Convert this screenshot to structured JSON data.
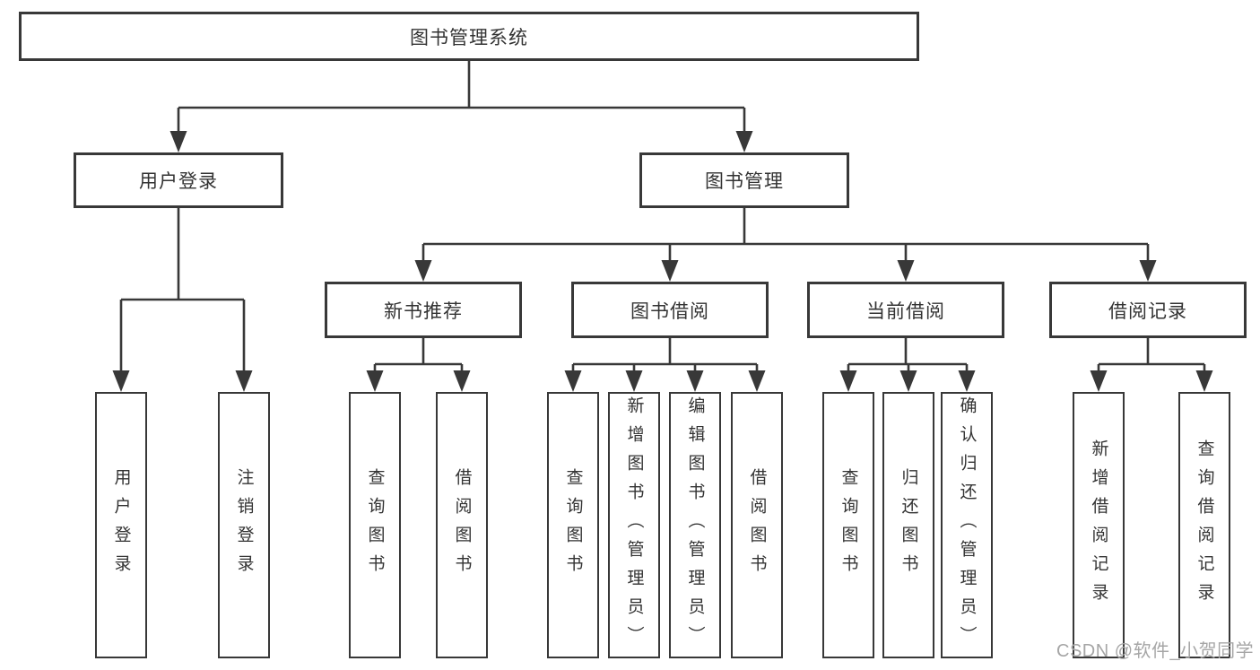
{
  "diagram_title": "图书管理系统",
  "colors": {
    "line": "#383838",
    "node_border": "#383838",
    "text": "#333333",
    "background": "#ffffff",
    "watermark_text_color": "#a6a6a6"
  },
  "tree": {
    "root": "图书管理系统",
    "branches": [
      {
        "label": "用户登录",
        "children": [
          "用户登录",
          "注销登录"
        ]
      },
      {
        "label": "图书管理",
        "sections": [
          {
            "label": "新书推荐",
            "children": [
              "查询图书",
              "借阅图书"
            ]
          },
          {
            "label": "图书借阅",
            "children": [
              "查询图书",
              "新增图书（管理员）",
              "编辑图书（管理员）",
              "借阅图书"
            ]
          },
          {
            "label": "当前借阅",
            "children": [
              "查询图书",
              "归还图书",
              "确认归还（管理员）"
            ]
          },
          {
            "label": "借阅记录",
            "children": [
              "新增借阅记录",
              "查询借阅记录"
            ]
          }
        ]
      }
    ]
  },
  "watermark": "CSDN @软件_小贺同学"
}
